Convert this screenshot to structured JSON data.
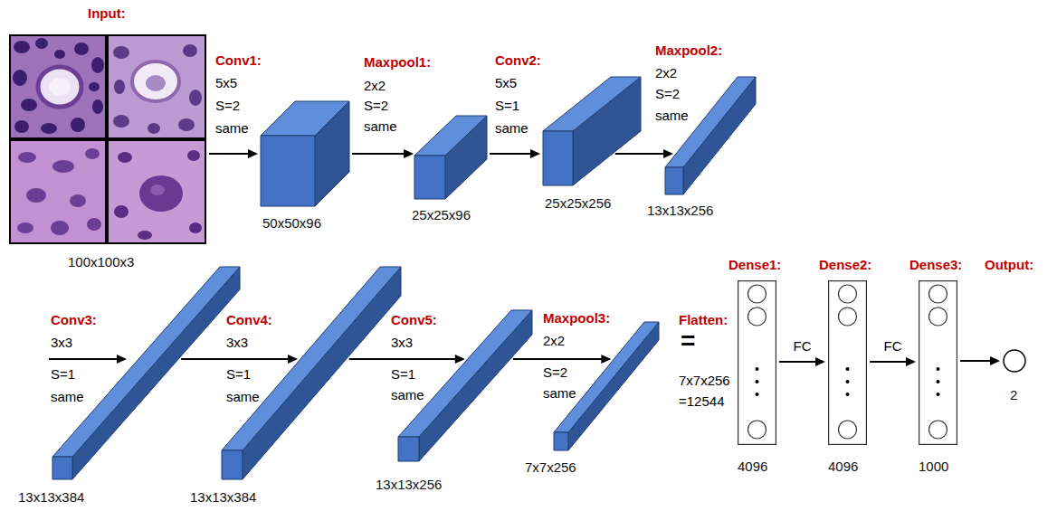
{
  "diagram": {
    "nodes": [
      {
        "text": [
          "Input:",
          "100x100x3"
        ]
      },
      {
        "text": [
          "50x50x96"
        ]
      },
      {
        "text": [
          "25x25x96"
        ]
      },
      {
        "text": [
          "25x25x256"
        ]
      },
      {
        "text": [
          "13x13x256"
        ]
      },
      {
        "text": [
          "13x13x384"
        ]
      },
      {
        "text": [
          "13x13x384"
        ]
      },
      {
        "text": [
          "13x13x256"
        ]
      },
      {
        "text": [
          "7x7x256"
        ]
      },
      {
        "text": [
          "Dense1:",
          "4096"
        ]
      },
      {
        "text": [
          "Dense2:",
          "4096"
        ]
      },
      {
        "text": [
          "Dense3:",
          "1000"
        ]
      },
      {
        "text": [
          "Output:",
          "2"
        ]
      }
    ],
    "edges": [
      {
        "from": 0,
        "to": 1,
        "arrow": "to"
      },
      {
        "from": 1,
        "to": 2,
        "arrow": "to"
      },
      {
        "from": 2,
        "to": 3,
        "arrow": "to"
      },
      {
        "from": 3,
        "to": 4,
        "arrow": "to"
      },
      {
        "from": 5,
        "to": 6,
        "arrow": "to"
      },
      {
        "from": 6,
        "to": 7,
        "arrow": "to"
      },
      {
        "from": 7,
        "to": 8,
        "arrow": "to"
      },
      {
        "from": 9,
        "to": 10,
        "label": "FC",
        "arrow": "to"
      },
      {
        "from": 10,
        "to": 11,
        "label": "FC",
        "arrow": "to"
      },
      {
        "from": 11,
        "to": 12,
        "arrow": "to"
      }
    ],
    "labels": [
      "Conv1:",
      "5x5",
      "S=2",
      "same",
      "Maxpool1:",
      "2x2",
      "S=2",
      "same",
      "Conv2:",
      "5x5",
      "S=1",
      "same",
      "Maxpool2:",
      "2x2",
      "S=2",
      "same",
      "Conv3:",
      "3x3",
      "S=1",
      "same",
      "Conv4:",
      "3x3",
      "S=1",
      "same",
      "Conv5:",
      "3x3",
      "S=1",
      "same",
      "Maxpool3:",
      "2x2",
      "S=2",
      "same",
      "Flatten:",
      "=",
      "7x7x256",
      "=12544"
    ]
  }
}
